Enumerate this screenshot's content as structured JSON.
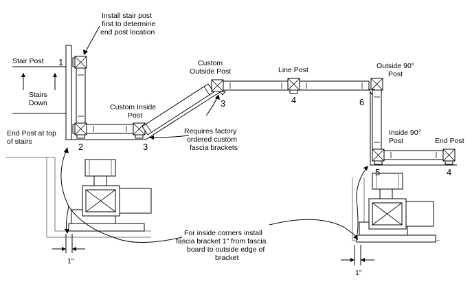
{
  "labels": {
    "install_note": [
      "Install stair post",
      "first to determine",
      "end post location"
    ],
    "stair_post": "Stair Post",
    "stairs_down": [
      "Stairs",
      "Down"
    ],
    "end_post_top": [
      "End Post at top",
      "of stairs"
    ],
    "custom_inside_post": [
      "Custom Inside",
      "Post"
    ],
    "custom_outside_post": [
      "Custom",
      "Outside Post"
    ],
    "line_post": "Line Post",
    "outside_90_post": [
      "Outside 90°",
      "Post"
    ],
    "requires_factory": [
      "Requires factory",
      "ordered custom",
      "fascia brackets"
    ],
    "inside_90_post": [
      "Inside 90°",
      "Post"
    ],
    "end_post": "End Post",
    "inside_corners_note": [
      "For inside corners install",
      "fascia bracket 1\" from fascia",
      "board to outside edge of",
      "bracket"
    ],
    "dim_left": "1\"",
    "dim_right": "1\""
  },
  "numbers": {
    "n1": "1",
    "n2": "2",
    "n3a": "3",
    "n3b": "3",
    "n4a": "4",
    "n6": "6",
    "n5": "5",
    "n4b": "4"
  }
}
